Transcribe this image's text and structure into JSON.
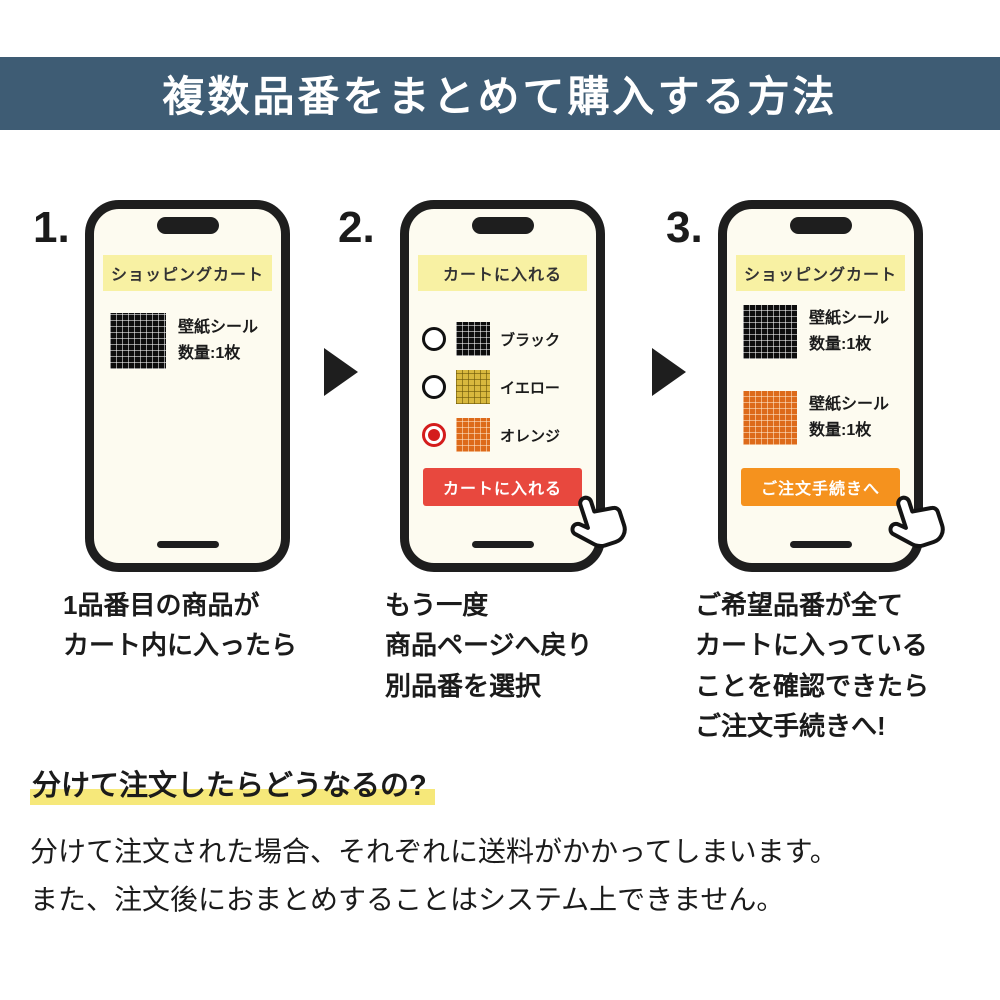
{
  "banner": {
    "title": "複数品番をまとめて購入する方法"
  },
  "steps": [
    {
      "number": "1.",
      "phone_header": "ショッピングカート",
      "items": [
        {
          "swatch": "black",
          "name": "壁紙シール",
          "qty": "数量:1枚"
        }
      ],
      "caption": "1品番目の商品が\nカート内に入ったら"
    },
    {
      "number": "2.",
      "phone_header": "カートに入れる",
      "options": [
        {
          "swatch": "black",
          "label": "ブラック",
          "selected": false
        },
        {
          "swatch": "yellow",
          "label": "イエロー",
          "selected": false
        },
        {
          "swatch": "orange",
          "label": "オレンジ",
          "selected": true
        }
      ],
      "button": "カートに入れる",
      "caption": "もう一度\n商品ページへ戻り\n別品番を選択"
    },
    {
      "number": "3.",
      "phone_header": "ショッピングカート",
      "items": [
        {
          "swatch": "black",
          "name": "壁紙シール",
          "qty": "数量:1枚"
        },
        {
          "swatch": "orange",
          "name": "壁紙シール",
          "qty": "数量:1枚"
        }
      ],
      "button": "ご注文手続きへ",
      "caption": "ご希望品番が全て\nカートに入っている\nことを確認できたら\nご注文手続きへ!"
    }
  ],
  "faq": {
    "heading": "分けて注文したらどうなるの?",
    "body": "分けて注文された場合、それぞれに送料がかかってしまいます。\nまた、注文後におまとめすることはシステム上できません。"
  },
  "colors": {
    "banner_bg": "#3e5c74",
    "phone_header_bg": "#f8f1a3",
    "add_to_cart_button": "#e8483e",
    "checkout_button": "#f5921e",
    "heading_highlight": "#f6e87a",
    "selected_radio": "#d41c1c"
  }
}
